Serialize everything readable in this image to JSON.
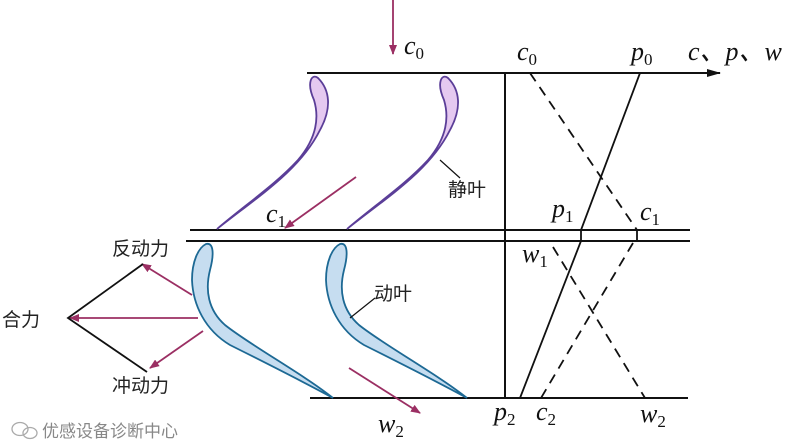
{
  "labels": {
    "c0_in": {
      "base": "c",
      "sub": "0"
    },
    "c0_axis": {
      "base": "c",
      "sub": "0"
    },
    "p0": {
      "base": "p",
      "sub": "0"
    },
    "axis_title": "c、p、w",
    "c1_left": {
      "base": "c",
      "sub": "1"
    },
    "p1": {
      "base": "p",
      "sub": "1"
    },
    "c1_right": {
      "base": "c",
      "sub": "1"
    },
    "w1": {
      "base": "w",
      "sub": "1"
    },
    "p2": {
      "base": "p",
      "sub": "2"
    },
    "c2": {
      "base": "c",
      "sub": "2"
    },
    "w2_right": {
      "base": "w",
      "sub": "2"
    },
    "w2_out": {
      "base": "w",
      "sub": "2"
    },
    "stator": "静叶",
    "rotor": "动叶",
    "reaction_force": "反动力",
    "resultant_force": "合力",
    "impulse_force": "冲动力"
  },
  "watermark": "优感设备诊断中心",
  "colors": {
    "arrow": "#9b2f63",
    "stator_fill": "#e5c9f0",
    "stator_stroke": "#5b3e98",
    "rotor_fill": "#c6ddf0",
    "rotor_stroke": "#1d6994"
  }
}
